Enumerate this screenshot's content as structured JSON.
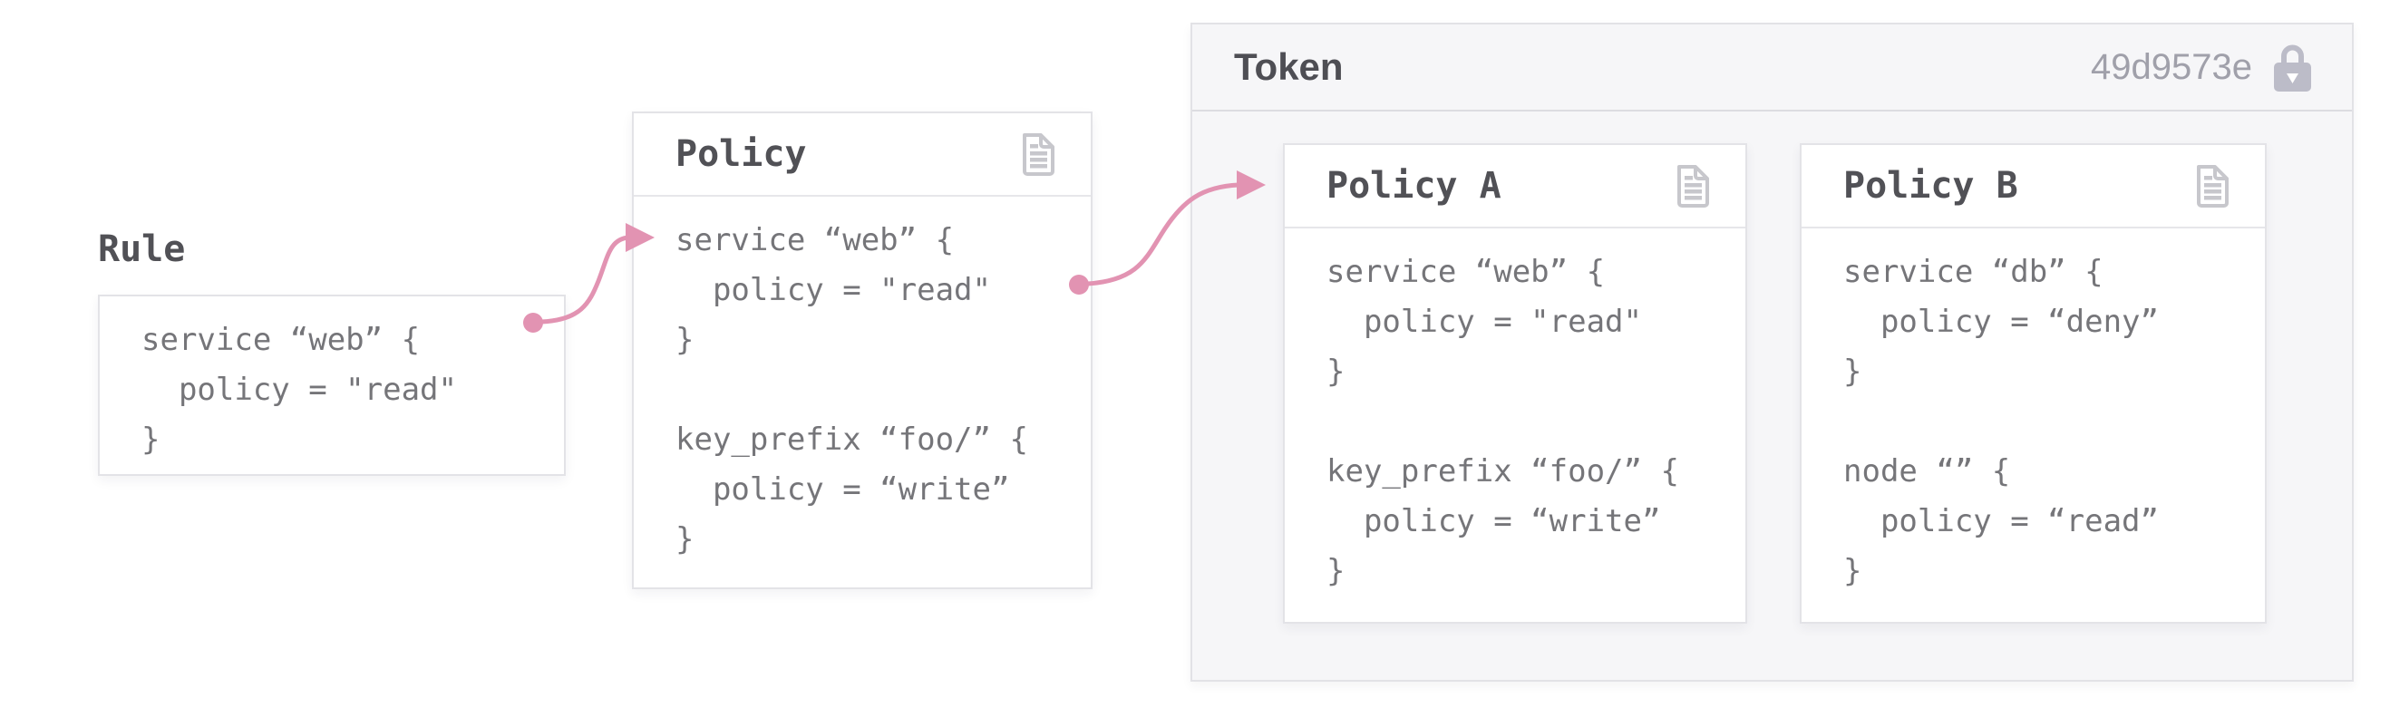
{
  "rule": {
    "label": "Rule",
    "code": "service “web” {\n  policy = \"read\"\n}"
  },
  "policy": {
    "title": "Policy",
    "code": "service “web” {\n  policy = \"read\"\n}\n\nkey_prefix “foo/” {\n  policy = “write”\n}",
    "icon": "document-icon"
  },
  "token": {
    "title": "Token",
    "id": "49d9573e",
    "icon": "lock-icon",
    "policies": [
      {
        "title": "Policy A",
        "code": "service “web” {\n  policy = \"read\"\n}\n\nkey_prefix “foo/” {\n  policy = “write”\n}",
        "icon": "document-icon"
      },
      {
        "title": "Policy B",
        "code": "service “db” {\n  policy = “deny”\n}\n\nnode “” {\n  policy = “read”\n}",
        "icon": "document-icon"
      }
    ]
  },
  "colors": {
    "arrow_pink": "#e293b2",
    "title_gray": "#515156",
    "code_gray": "#757579",
    "token_id_gray": "#a0a0aa",
    "panel_bg": "#f6f6f8",
    "card_border": "#e3e3e7",
    "doc_icon_gray": "#c7c7cc",
    "lock_icon_gray": "#bcbcc8"
  }
}
